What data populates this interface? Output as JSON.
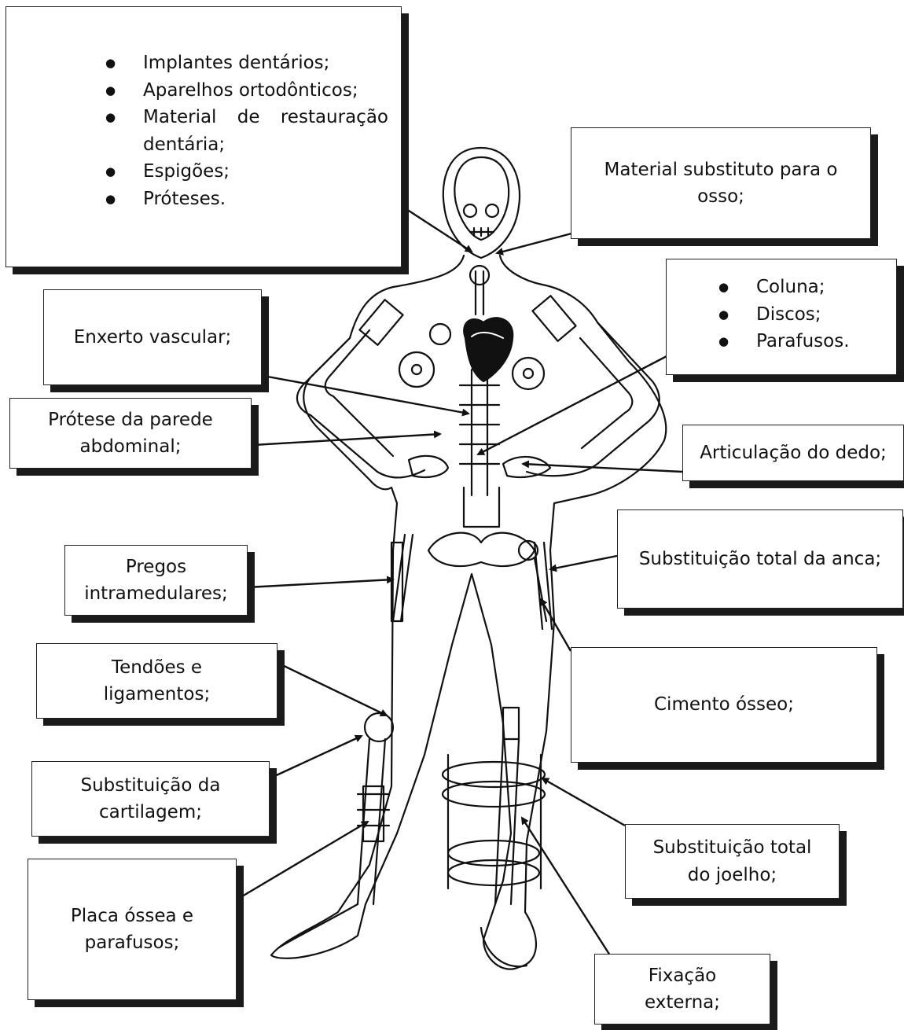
{
  "dental_box": {
    "items": [
      "Implantes dentários;",
      "Aparelhos ortodônticos;",
      "Material de restauração dentária;",
      "Espigões;",
      "Próteses."
    ]
  },
  "labels": {
    "bone_substitute": "Material substituto para o\nosso;",
    "vascular_graft": "Enxerto vascular;",
    "abdominal_wall": "Prótese da parede\nabdominal;",
    "finger_joint": "Articulação do dedo;",
    "intramedullary_nails": "Pregos\nintramedulares;",
    "total_hip": "Substituição total da anca;",
    "tendons": "Tendões e\nligamentos;",
    "bone_cement": "Cimento ósseo;",
    "cartilage": "Substituição da\ncartilagem;",
    "total_knee": "Substituição total\ndo joelho;",
    "bone_plate": "Placa óssea e\nparafusos;",
    "external_fixation": "Fixação\nexterna;"
  },
  "spine_box": {
    "items": [
      "Coluna;",
      "Discos;",
      "Parafusos."
    ]
  }
}
